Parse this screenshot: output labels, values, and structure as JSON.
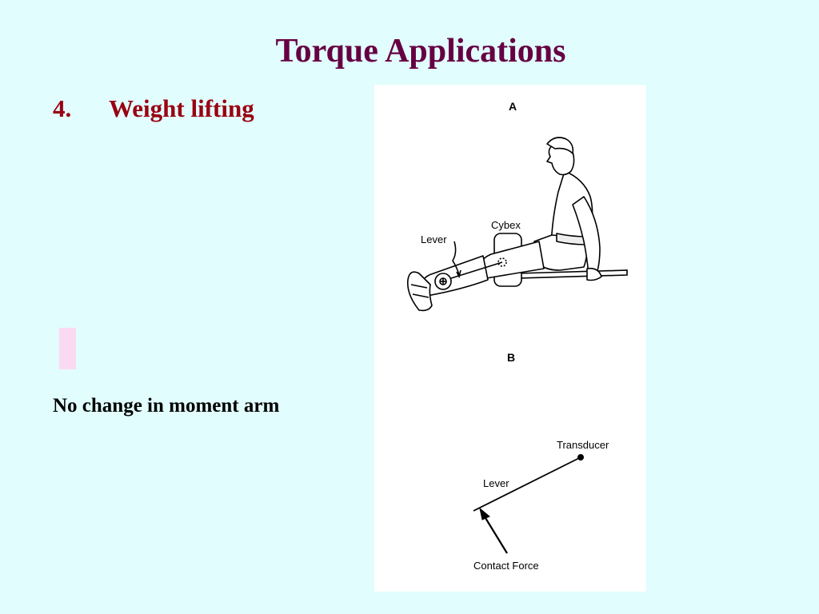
{
  "slide": {
    "title": "Torque Applications",
    "item_number": "4.",
    "item_text": "Weight lifting",
    "note": "No change in moment arm"
  },
  "figure": {
    "panel_a_label": "A",
    "panel_b_label": "B",
    "a_lever_label": "Lever",
    "a_cybex_label": "Cybex",
    "b_transducer_label": "Transducer",
    "b_lever_label": "Lever",
    "b_contact_force_label": "Contact Force"
  },
  "colors": {
    "background": "#e1fdfd",
    "title": "#660042",
    "item": "#990011",
    "accent_mark": "#fcd9f2"
  }
}
